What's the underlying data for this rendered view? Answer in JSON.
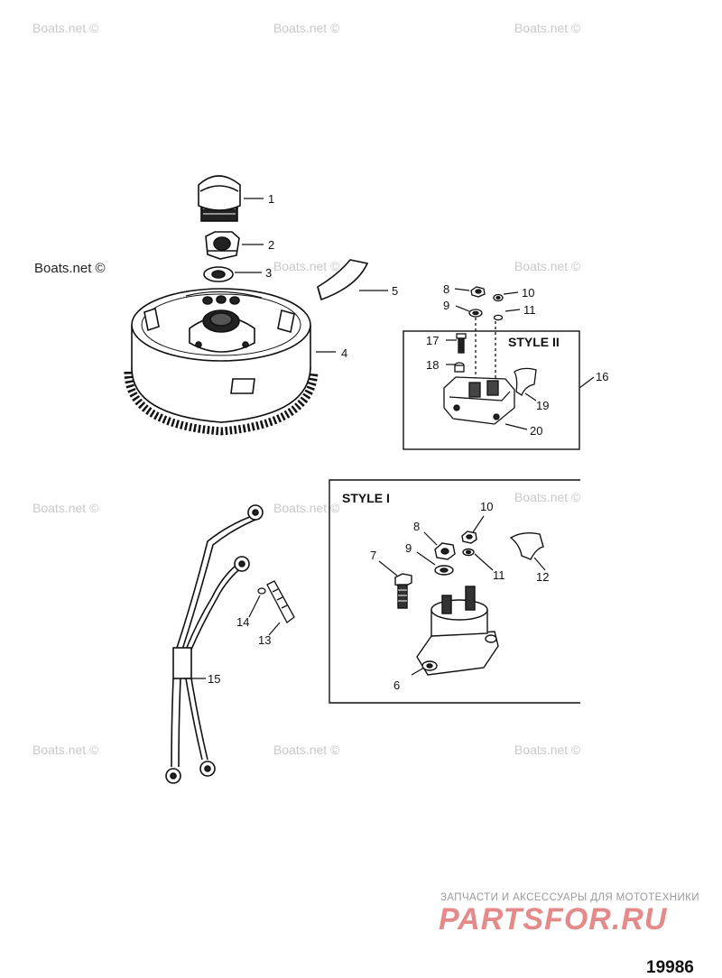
{
  "watermark": "Boats.net ©",
  "diagram_number": "19986",
  "brand": {
    "tagline": "ЗАПЧАСТИ И АКСЕССУАРЫ ДЛЯ МОТОТЕХНИКИ",
    "name": "PARTSFOR.RU"
  },
  "style_labels": {
    "style_ii": "STYLE II",
    "style_i": "STYLE I"
  },
  "callouts": {
    "c1": "1",
    "c2": "2",
    "c3": "3",
    "c4": "4",
    "c5": "5",
    "c6": "6",
    "c7": "7",
    "c8a": "8",
    "c8b": "8",
    "c9a": "9",
    "c9b": "9",
    "c10a": "10",
    "c10b": "10",
    "c11a": "11",
    "c11b": "11",
    "c12": "12",
    "c13": "13",
    "c14": "14",
    "c15": "15",
    "c16": "16",
    "c17": "17",
    "c18": "18",
    "c19": "19",
    "c20": "20"
  }
}
